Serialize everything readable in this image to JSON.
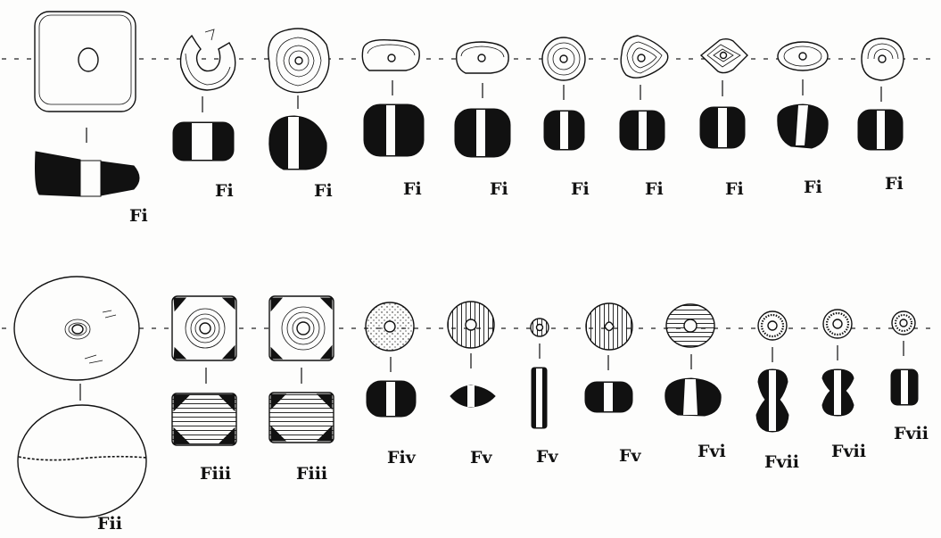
{
  "row1_labels": [
    "Fi",
    "Fi",
    "Fi",
    "Fi",
    "Fi",
    "Fi",
    "Fi",
    "Fi",
    "Fi",
    "Fi"
  ],
  "row2_labels": [
    "Fii",
    "Fiii",
    "Fiii",
    "Fiv",
    "Fv",
    "Fv",
    "Fv",
    "Fvi",
    "Fvii",
    "Fvii",
    "Fvii"
  ],
  "ink_color": "#111111",
  "paper_color": "#fdfdfc"
}
